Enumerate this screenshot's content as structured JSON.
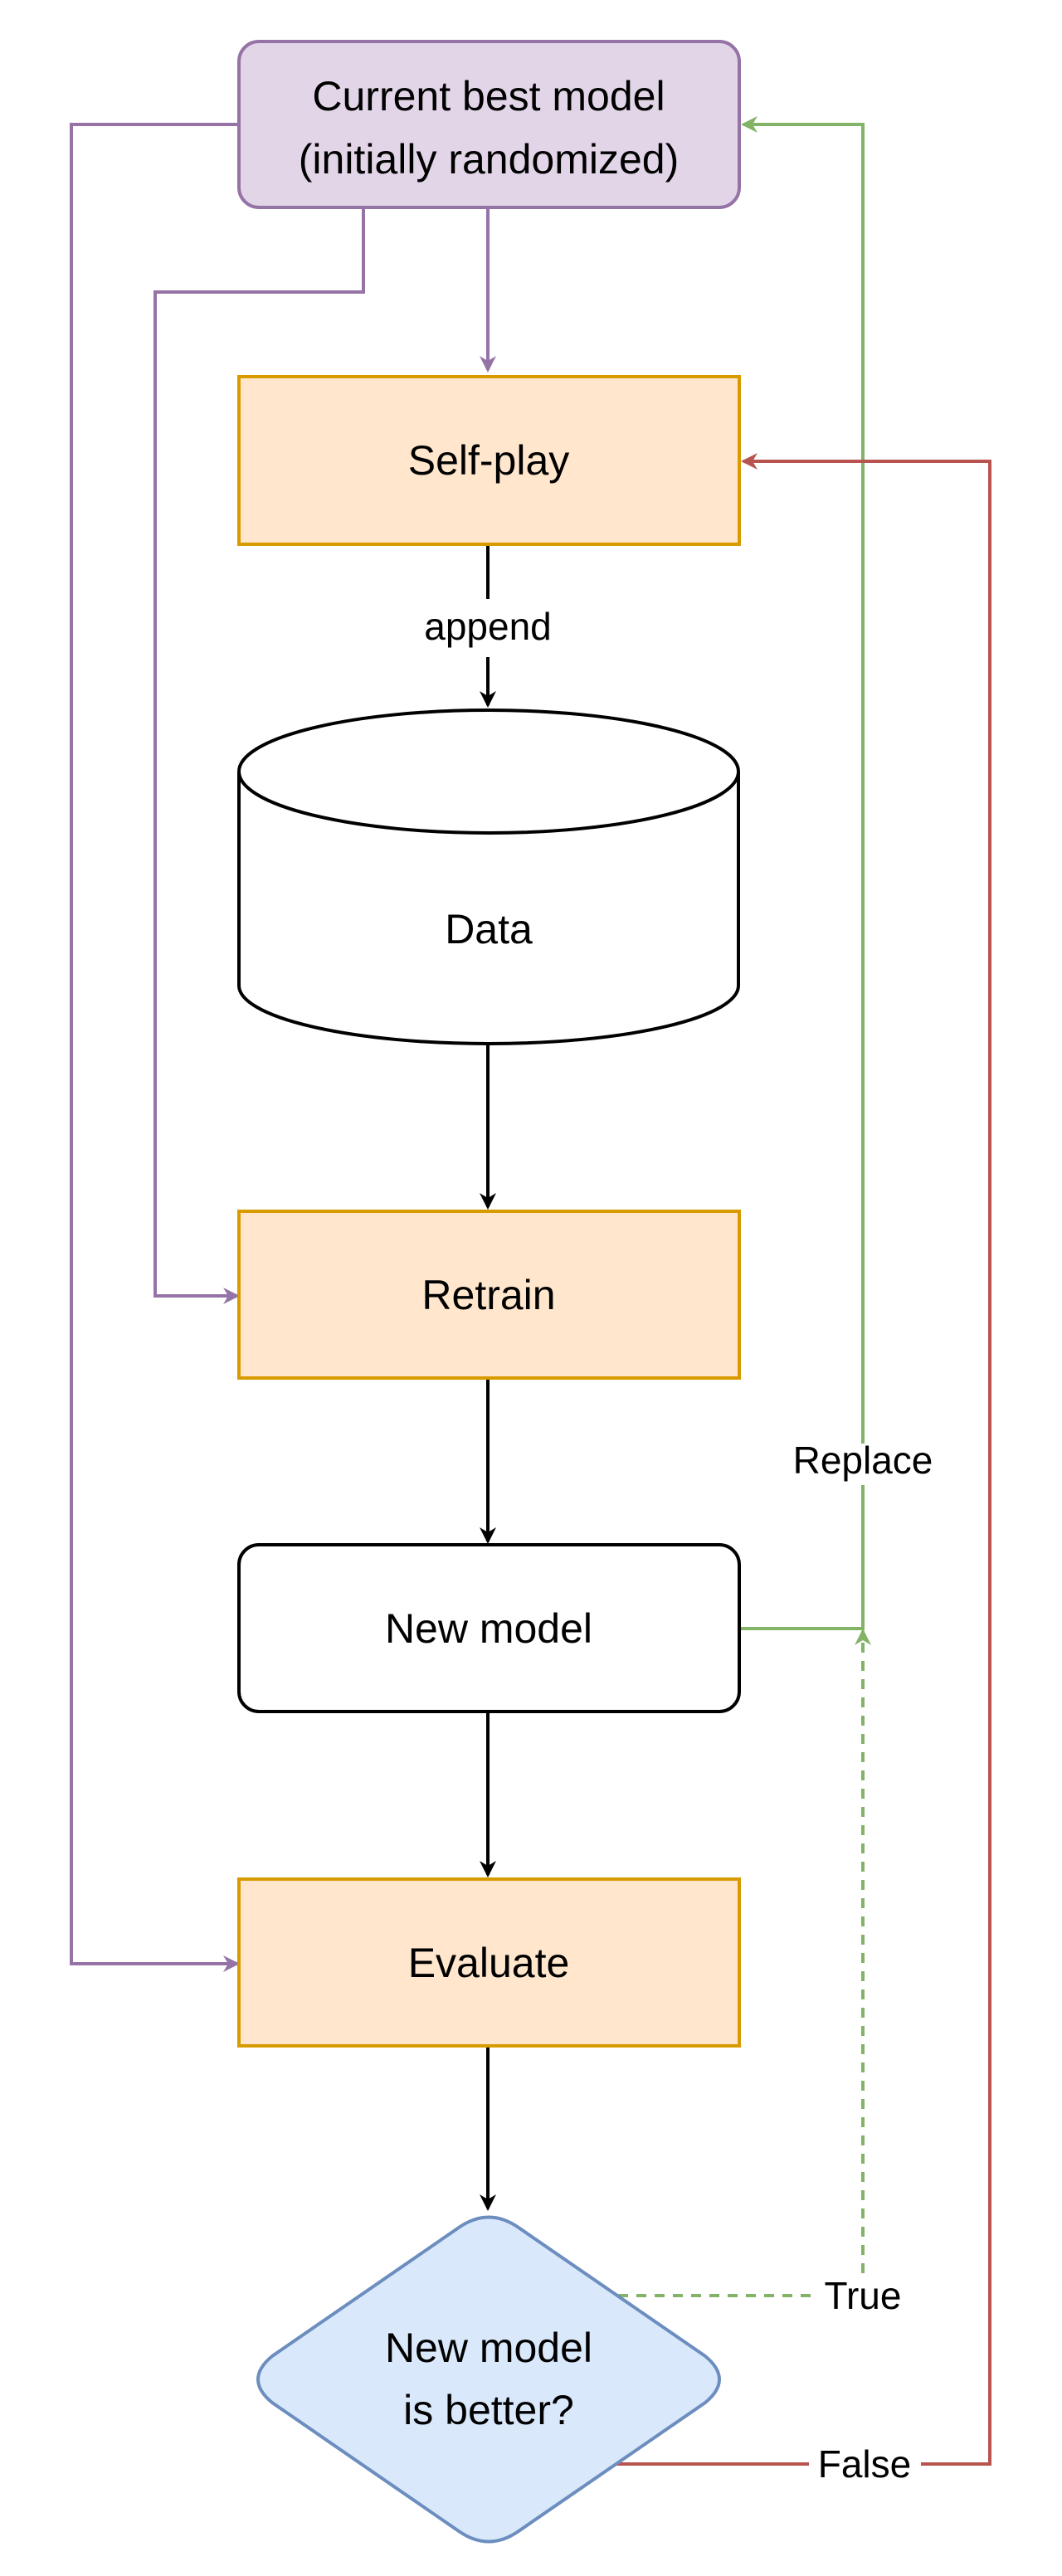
{
  "nodes": {
    "current_best": {
      "line1": "Current best model",
      "line2": "(initially randomized)"
    },
    "self_play": {
      "label": "Self-play"
    },
    "data": {
      "label": "Data"
    },
    "retrain": {
      "label": "Retrain"
    },
    "new_model": {
      "label": "New model"
    },
    "evaluate": {
      "label": "Evaluate"
    },
    "decision": {
      "line1": "New model",
      "line2": "is better?"
    }
  },
  "edges": {
    "append": "append",
    "replace": "Replace",
    "true": "True",
    "false": "False"
  },
  "colors": {
    "purple_stroke": "#9673a6",
    "purple_fill": "#e1d5e7",
    "orange_stroke": "#d79b00",
    "orange_fill": "#ffe6cc",
    "blue_stroke": "#6c8ebf",
    "blue_fill": "#dae8fc",
    "green": "#82b366",
    "red": "#b85450",
    "black": "#000000"
  }
}
